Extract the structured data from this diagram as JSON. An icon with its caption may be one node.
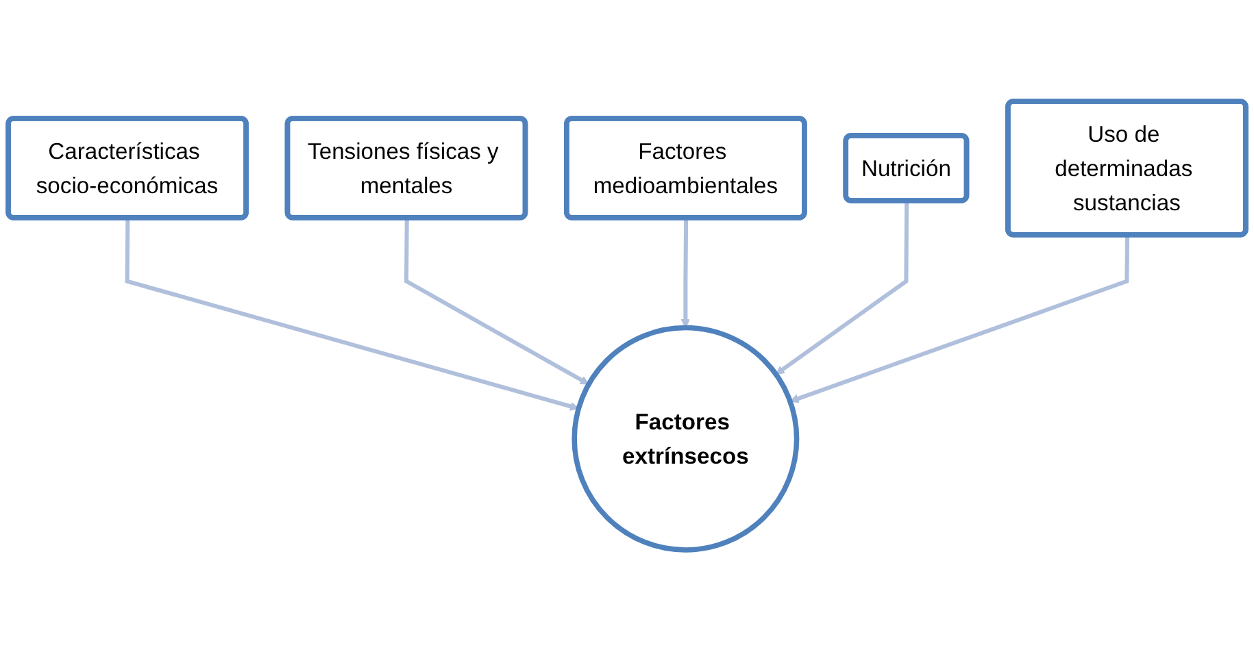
{
  "diagram": {
    "nodes": [
      {
        "text": [
          "Características socio-económicas"
        ]
      },
      {
        "text": [
          "Tensiones físicas y mentales"
        ]
      },
      {
        "text": [
          "Factores medioambientales"
        ]
      },
      {
        "text": [
          "Nutrición"
        ]
      },
      {
        "text": [
          "Factores extrínsecos"
        ]
      },
      {
        "text": [
          "Uso de determinadas sustancias"
        ]
      }
    ],
    "edges": [
      {
        "from": 0,
        "to": 4,
        "arrow": "to"
      },
      {
        "from": 1,
        "to": 4,
        "arrow": "to"
      },
      {
        "from": 2,
        "to": 4,
        "arrow": "to"
      },
      {
        "from": 3,
        "to": 4,
        "arrow": "to"
      },
      {
        "from": 5,
        "to": 4,
        "arrow": "to"
      }
    ]
  }
}
